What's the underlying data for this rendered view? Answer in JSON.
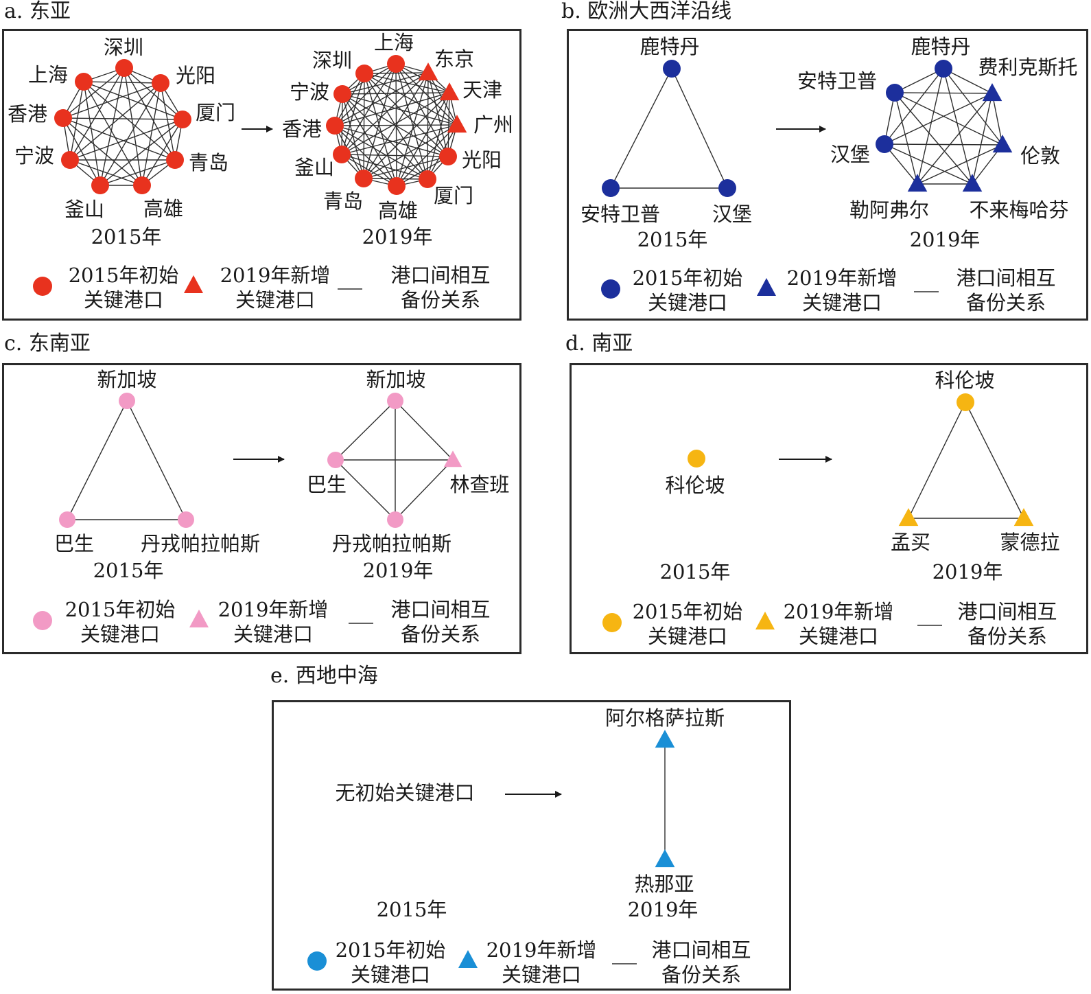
{
  "figure": {
    "legend_texts": {
      "initial_line1": "2015年初始",
      "initial_line2": "关键港口",
      "new_line1": "2019年新增",
      "new_line2": "关键港口",
      "relation_line1": "港口间相互",
      "relation_line2": "备份关系"
    },
    "arrow_glyph": "→"
  },
  "panels": [
    {
      "id": "a",
      "title": "a. 东亚",
      "color": "#e8321e",
      "year_before": "2015年",
      "year_after": "2019年",
      "network_2015": {
        "ports": [
          "深圳",
          "光阳",
          "厦门",
          "青岛",
          "高雄",
          "釜山",
          "宁波",
          "香港",
          "上海"
        ],
        "new_ports": [],
        "complete_graph": true
      },
      "network_2019": {
        "ports": [
          "上海",
          "东京",
          "天津",
          "广州",
          "光阳",
          "厦门",
          "高雄",
          "青岛",
          "釜山",
          "香港",
          "宁波",
          "深圳"
        ],
        "new_ports": [
          "东京",
          "天津",
          "广州"
        ],
        "complete_graph": true
      }
    },
    {
      "id": "b",
      "title": "b. 欧洲大西洋沿线",
      "color": "#1c2f9c",
      "year_before": "2015年",
      "year_after": "2019年",
      "network_2015": {
        "ports": [
          "鹿特丹",
          "汉堡",
          "安特卫普"
        ],
        "new_ports": [],
        "complete_graph": true
      },
      "network_2019": {
        "ports": [
          "鹿特丹",
          "费利克斯托",
          "伦敦",
          "不来梅哈芬",
          "勒阿弗尔",
          "汉堡",
          "安特卫普"
        ],
        "new_ports": [
          "费利克斯托",
          "伦敦",
          "不来梅哈芬",
          "勒阿弗尔"
        ],
        "complete_graph": true
      }
    },
    {
      "id": "c",
      "title": "c. 东南亚",
      "color": "#f29ac5",
      "year_before": "2015年",
      "year_after": "2019年",
      "network_2015": {
        "ports": [
          "新加坡",
          "丹戎帕拉帕斯",
          "巴生"
        ],
        "new_ports": [],
        "complete_graph": true
      },
      "network_2019": {
        "ports": [
          "新加坡",
          "林查班",
          "丹戎帕拉帕斯",
          "巴生"
        ],
        "new_ports": [
          "林查班"
        ],
        "complete_graph": true
      }
    },
    {
      "id": "d",
      "title": "d. 南亚",
      "color": "#f6b512",
      "year_before": "2015年",
      "year_after": "2019年",
      "network_2015": {
        "ports": [
          "科伦坡"
        ],
        "new_ports": [],
        "complete_graph": true
      },
      "network_2019": {
        "ports": [
          "科伦坡",
          "蒙德拉",
          "孟买"
        ],
        "new_ports": [
          "蒙德拉",
          "孟买"
        ],
        "complete_graph": true
      }
    },
    {
      "id": "e",
      "title": "e. 西地中海",
      "color": "#1a8fd6",
      "year_before": "2015年",
      "year_after": "2019年",
      "no_initial_text": "无初始关键港口",
      "network_2015": {
        "ports": [],
        "new_ports": [],
        "complete_graph": true
      },
      "network_2019": {
        "ports": [
          "阿尔格萨拉斯",
          "热那亚"
        ],
        "new_ports": [
          "阿尔格萨拉斯",
          "热那亚"
        ],
        "complete_graph": true
      }
    }
  ]
}
